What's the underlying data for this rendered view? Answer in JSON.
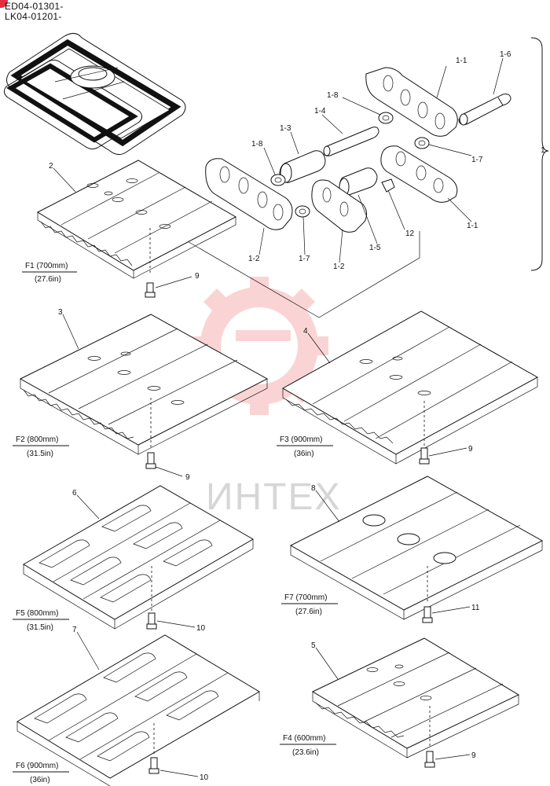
{
  "header": {
    "line1": "ED04-01301-",
    "line2": "LK04-01201-"
  },
  "watermark": {
    "text": "ИНТЕХ",
    "color": "#f08080"
  },
  "group_label": "1",
  "callouts": [
    "1-1",
    "1-6",
    "1-8",
    "1-4",
    "1-3",
    "1-8",
    "1-7",
    "1-1",
    "12",
    "1-2",
    "1-7",
    "1-2",
    "1-5",
    "2",
    "3",
    "4",
    "6",
    "8",
    "7",
    "5",
    "9",
    "9",
    "9",
    "9",
    "10",
    "10",
    "11"
  ],
  "shoes": [
    {
      "id": "F1",
      "caption": "F1 (700mm)",
      "sub": "(27.6in)"
    },
    {
      "id": "F2",
      "caption": "F2 (800mm)",
      "sub": "(31.5in)"
    },
    {
      "id": "F3",
      "caption": "F3 (900mm)",
      "sub": "(36in)"
    },
    {
      "id": "F5",
      "caption": "F5 (800mm)",
      "sub": "(31.5in)"
    },
    {
      "id": "F7",
      "caption": "F7 (700mm)",
      "sub": "(27.6in)"
    },
    {
      "id": "F6",
      "caption": "F6 (900mm)",
      "sub": "(36in)"
    },
    {
      "id": "F4",
      "caption": "F4 (600mm)",
      "sub": "(23.6in)"
    }
  ]
}
